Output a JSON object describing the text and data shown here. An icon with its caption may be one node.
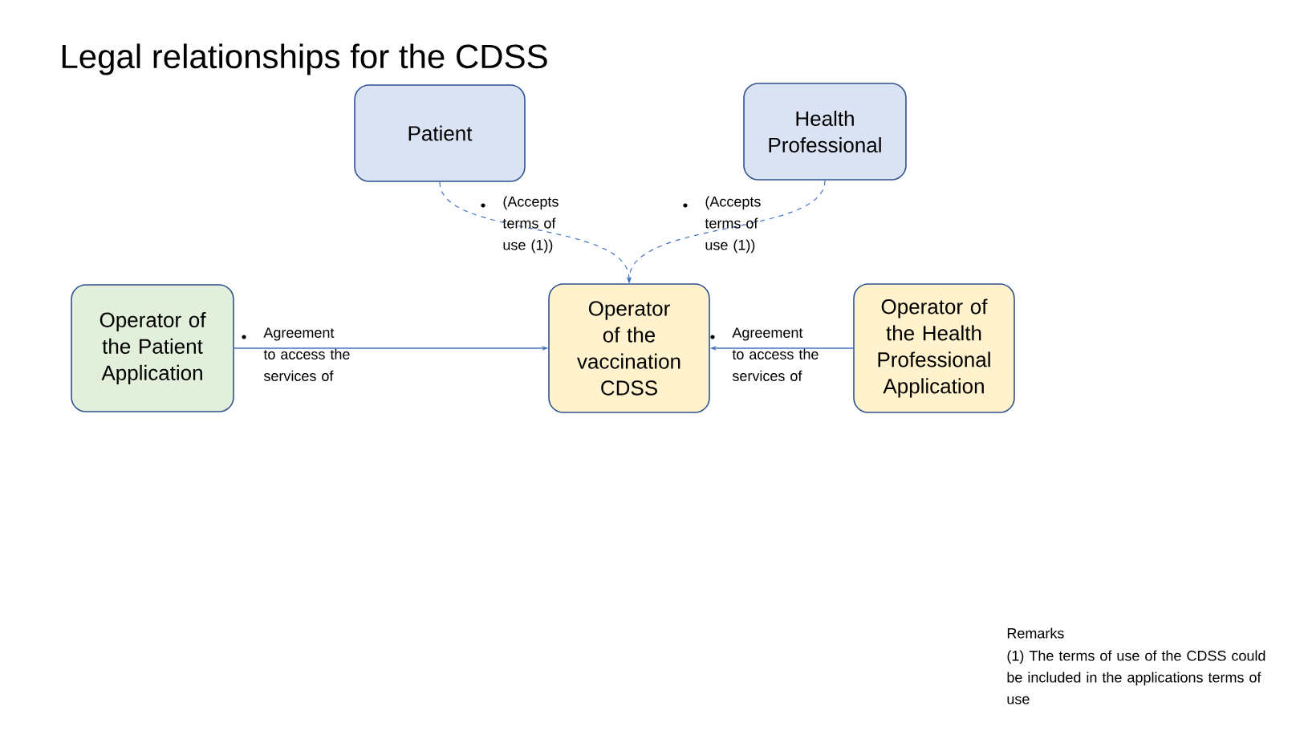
{
  "diagram": {
    "title": "Legal relationships for the CDSS",
    "nodes": [
      {
        "text": [
          "Patient"
        ]
      },
      {
        "text": [
          "Health Professional"
        ]
      },
      {
        "text": [
          "Operator of the Patient Application"
        ]
      },
      {
        "text": [
          "Operator of the vaccination CDSS"
        ]
      },
      {
        "text": [
          "Operator of the Health Professional Application"
        ]
      }
    ],
    "edges": [
      {
        "from": 0,
        "to": 3,
        "arrow": "to",
        "style": "dashed",
        "label": "(Accepts terms of use (1))"
      },
      {
        "from": 1,
        "to": 3,
        "arrow": "to",
        "style": "dashed",
        "label": "(Accepts terms of use (1))"
      },
      {
        "from": 2,
        "to": 3,
        "arrow": "to",
        "label": "Agreement to access the services of"
      },
      {
        "from": 4,
        "to": 3,
        "arrow": "to",
        "label": "Agreement to access the services of"
      }
    ],
    "labels": [
      "Remarks",
      "(1) The terms of use of the CDSS could be included in the applications terms of use"
    ]
  }
}
